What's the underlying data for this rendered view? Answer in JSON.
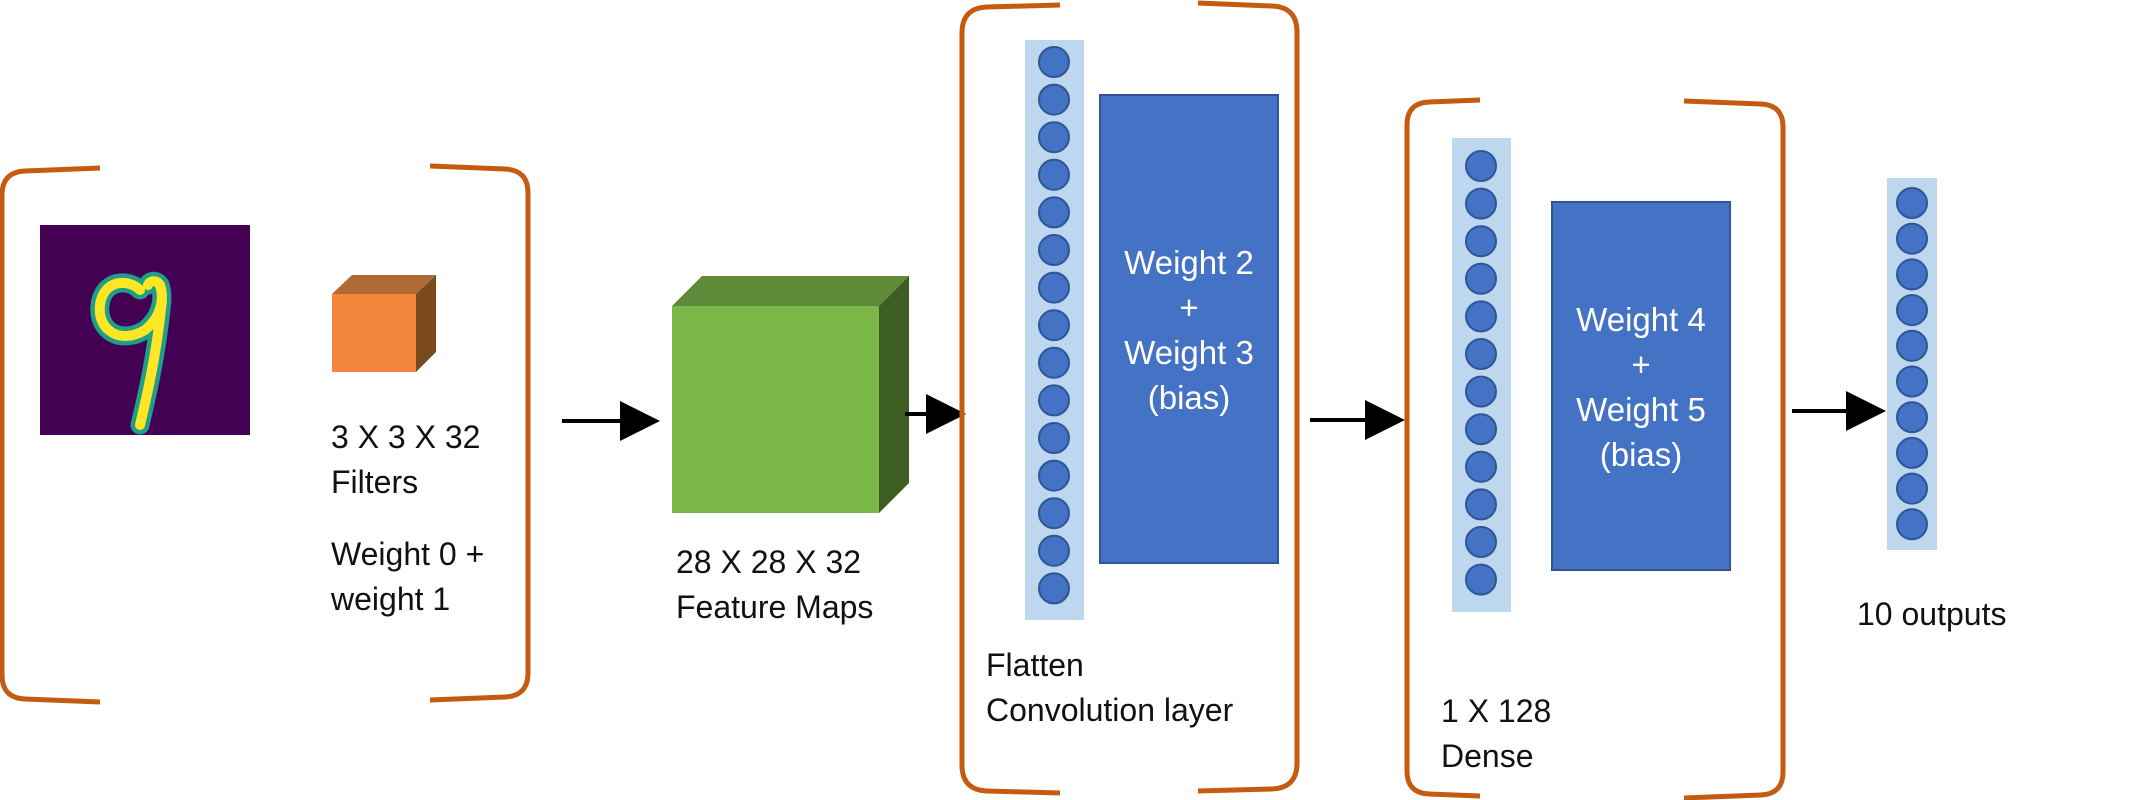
{
  "input_image": {
    "digit": "9"
  },
  "filter": {
    "size_label": "3 X 3 X 32",
    "type_label": "Filters",
    "weights_line1": "Weight 0 +",
    "weights_line2": "weight 1"
  },
  "feature_maps": {
    "size_label": "28 X 28 X 32",
    "type_label": "Feature Maps"
  },
  "flatten": {
    "line1": "Flatten",
    "line2": "Convolution layer",
    "neuron_count": 15
  },
  "weights_a": {
    "line1": "Weight 2",
    "plus": "+",
    "line2": "Weight 3",
    "line3": "(bias)"
  },
  "dense": {
    "line1": "1 X 128",
    "line2": "Dense",
    "neuron_count": 12
  },
  "weights_b": {
    "line1": "Weight 4",
    "plus": "+",
    "line2": "Weight 5",
    "line3": "(bias)"
  },
  "output": {
    "label": "10 outputs",
    "neuron_count": 10
  },
  "colors": {
    "bracket": "#c55a11",
    "neuron_fill": "#4472c4",
    "neuron_stroke": "#2f5597",
    "column_bg": "#bdd7ee",
    "weight_block": "#4472c4",
    "cube_front": "#7ab648",
    "cube_top": "#5e8a3a",
    "cube_side": "#3d5e23",
    "filter_front": "#f4873b",
    "filter_top": "#b06a35",
    "filter_side": "#7a4a1f",
    "image_bg": "#440154",
    "arrow": "#000000"
  }
}
